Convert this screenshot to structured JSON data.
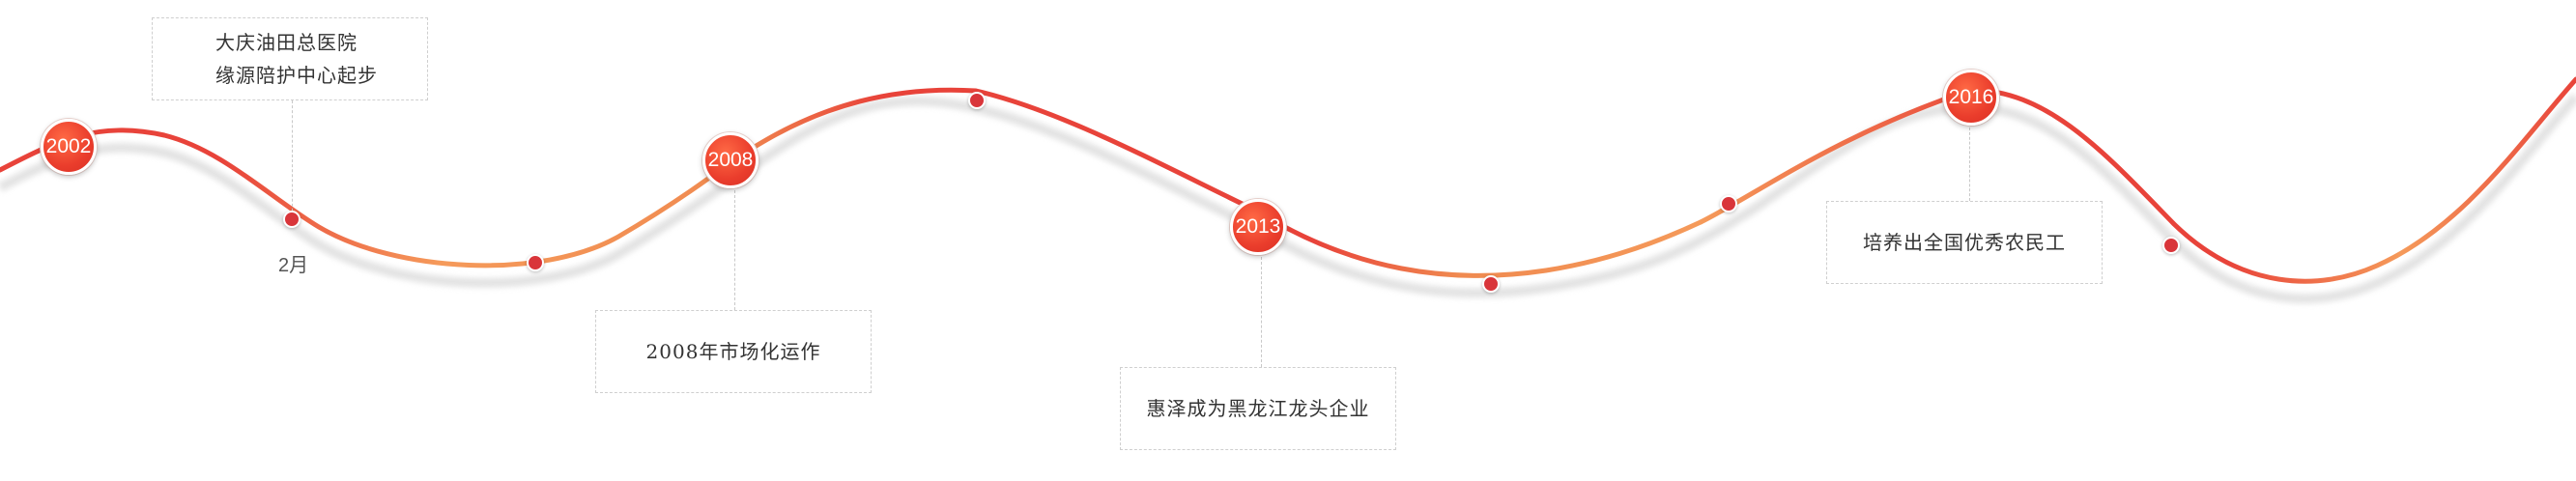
{
  "colors": {
    "curve_start": "#e8433a",
    "curve_end": "#f59a5a",
    "node": "#e8402e",
    "dot": "#d9353a",
    "dashed_border": "#cfcfcf"
  },
  "milestones": [
    {
      "year": "2002"
    },
    {
      "year": "2008"
    },
    {
      "year": "2013"
    },
    {
      "year": "2016"
    }
  ],
  "callouts": [
    {
      "lines": [
        "大庆油田总医院",
        "缘源陪护中心起步"
      ]
    },
    {
      "lines": [
        "2008年市场化运作"
      ]
    },
    {
      "lines": [
        "惠泽成为黑龙江龙头企业"
      ]
    },
    {
      "lines": [
        "培养出全国优秀农民工"
      ]
    }
  ],
  "date_labels": [
    {
      "text": "2月"
    }
  ]
}
